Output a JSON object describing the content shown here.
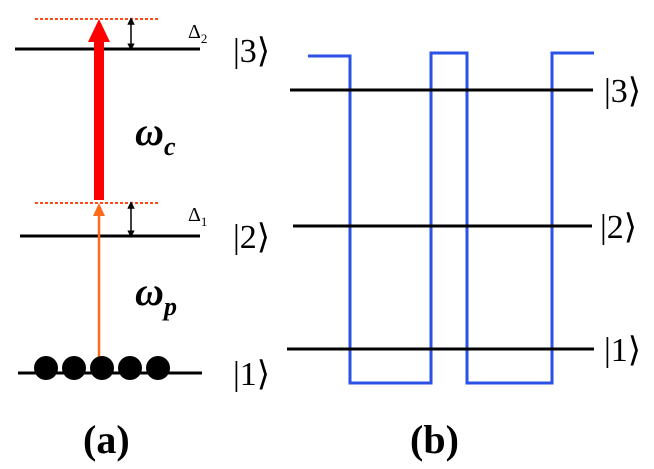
{
  "panel_a": {
    "caption": "(a)",
    "levels": [
      {
        "ket": "|1⟩"
      },
      {
        "ket": "|2⟩",
        "detuning_label": "Δ",
        "detuning_sub": "1"
      },
      {
        "ket": "|3⟩",
        "detuning_label": "Δ",
        "detuning_sub": "2"
      }
    ],
    "probe_label": "ω",
    "probe_sub": "p",
    "coupling_label": "ω",
    "coupling_sub": "c",
    "atom_count": 5
  },
  "panel_b": {
    "caption": "(b)",
    "levels": [
      {
        "ket": "|1⟩"
      },
      {
        "ket": "|2⟩"
      },
      {
        "ket": "|3⟩"
      }
    ]
  },
  "colors": {
    "level_line": "#000000",
    "probe_arrow": "#ff6a1a",
    "coupling_arrow": "#ff0000",
    "virtual_level": "#ff4a1a",
    "waveform": "#2a52e6"
  }
}
